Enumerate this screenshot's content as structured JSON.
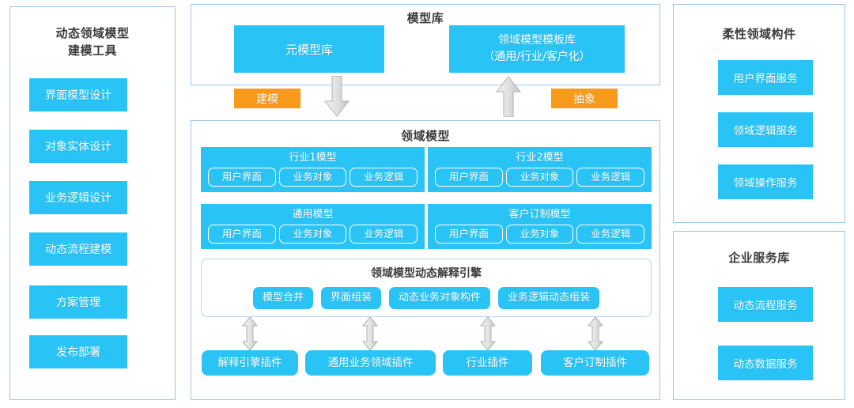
{
  "theme": {
    "blue": "#29c3f5",
    "orange": "#f89a1c",
    "panel_border": "#9ec5e8",
    "arrow_gray": "#d4d4d4",
    "text": "#3c3c3c"
  },
  "left_panel": {
    "title_line1": "动态领域模型",
    "title_line2": "建模工具",
    "buttons": [
      {
        "label": "界面模型设计"
      },
      {
        "label": "对象实体设计"
      },
      {
        "label": "业务逻辑设计"
      },
      {
        "label": "动态流程建模"
      },
      {
        "label": "方案管理"
      },
      {
        "label": "发布部署"
      }
    ]
  },
  "model_library": {
    "title": "模型库",
    "meta_model": "元模型库",
    "template_model_line1": "领域模型模板库",
    "template_model_line2": "（通用/行业/客户化）",
    "tag_modeling": "建模",
    "tag_abstract": "抽象",
    "arrow_down_name": "arrow-down-modeling",
    "arrow_up_name": "arrow-up-abstract"
  },
  "domain_model": {
    "title": "领域模型",
    "cards": [
      {
        "title": "行业1模型",
        "items": [
          "用户界面",
          "业务对象",
          "业务逻辑"
        ]
      },
      {
        "title": "行业2模型",
        "items": [
          "用户界面",
          "业务对象",
          "业务逻辑"
        ]
      },
      {
        "title": "通用模型",
        "items": [
          "用户界面",
          "业务对象",
          "业务逻辑"
        ]
      },
      {
        "title": "客户订制模型",
        "items": [
          "用户界面",
          "业务对象",
          "业务逻辑"
        ]
      }
    ],
    "engine": {
      "title": "领域模型动态解释引擎",
      "items": [
        "模型合并",
        "界面组装",
        "动态业务对象构件",
        "业务逻辑动态组装"
      ]
    },
    "plugins": [
      {
        "label": "解释引擎插件"
      },
      {
        "label": "通用业务领域插件"
      },
      {
        "label": "行业插件"
      },
      {
        "label": "客户订制插件"
      }
    ]
  },
  "flexible_components": {
    "title": "柔性领域构件",
    "buttons": [
      {
        "label": "用户界面服务"
      },
      {
        "label": "领域逻辑服务"
      },
      {
        "label": "领域操作服务"
      }
    ]
  },
  "enterprise_services": {
    "title": "企业服务库",
    "buttons": [
      {
        "label": "动态流程服务"
      },
      {
        "label": "动态数据服务"
      }
    ]
  }
}
